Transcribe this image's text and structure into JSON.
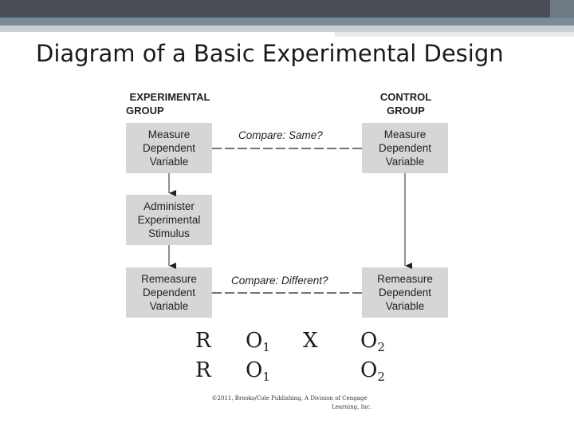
{
  "header": {
    "title": "Diagram of a Basic Experimental Design"
  },
  "diagram": {
    "experimental_group_label": [
      "EXPERIMENTAL",
      "GROUP"
    ],
    "control_group_label": [
      "CONTROL",
      "GROUP"
    ],
    "exp_box1": [
      "Measure",
      "Dependent",
      "Variable"
    ],
    "exp_box2": [
      "Administer",
      "Experimental",
      "Stimulus"
    ],
    "exp_box3": [
      "Remeasure",
      "Dependent",
      "Variable"
    ],
    "ctrl_box1": [
      "Measure",
      "Dependent",
      "Variable"
    ],
    "ctrl_box2": [
      "Remeasure",
      "Dependent",
      "Variable"
    ],
    "compare_top": "Compare: Same?",
    "compare_bottom": "Compare: Different?"
  },
  "notation": {
    "row1": {
      "r": "R",
      "o_first": "O",
      "o_first_sub": "1",
      "x": "X",
      "o_second": "O",
      "o_second_sub": "2"
    },
    "row2": {
      "r": "R",
      "o_first": "O",
      "o_first_sub": "1",
      "o_second": "O",
      "o_second_sub": "2"
    }
  },
  "credit": [
    "©2011, Brooks/Cole Publishing, A Division of Cengage",
    "Learning, Inc."
  ],
  "colors": {
    "box_fill": "#d6d6d6",
    "top_bar": "#4a4f57"
  }
}
